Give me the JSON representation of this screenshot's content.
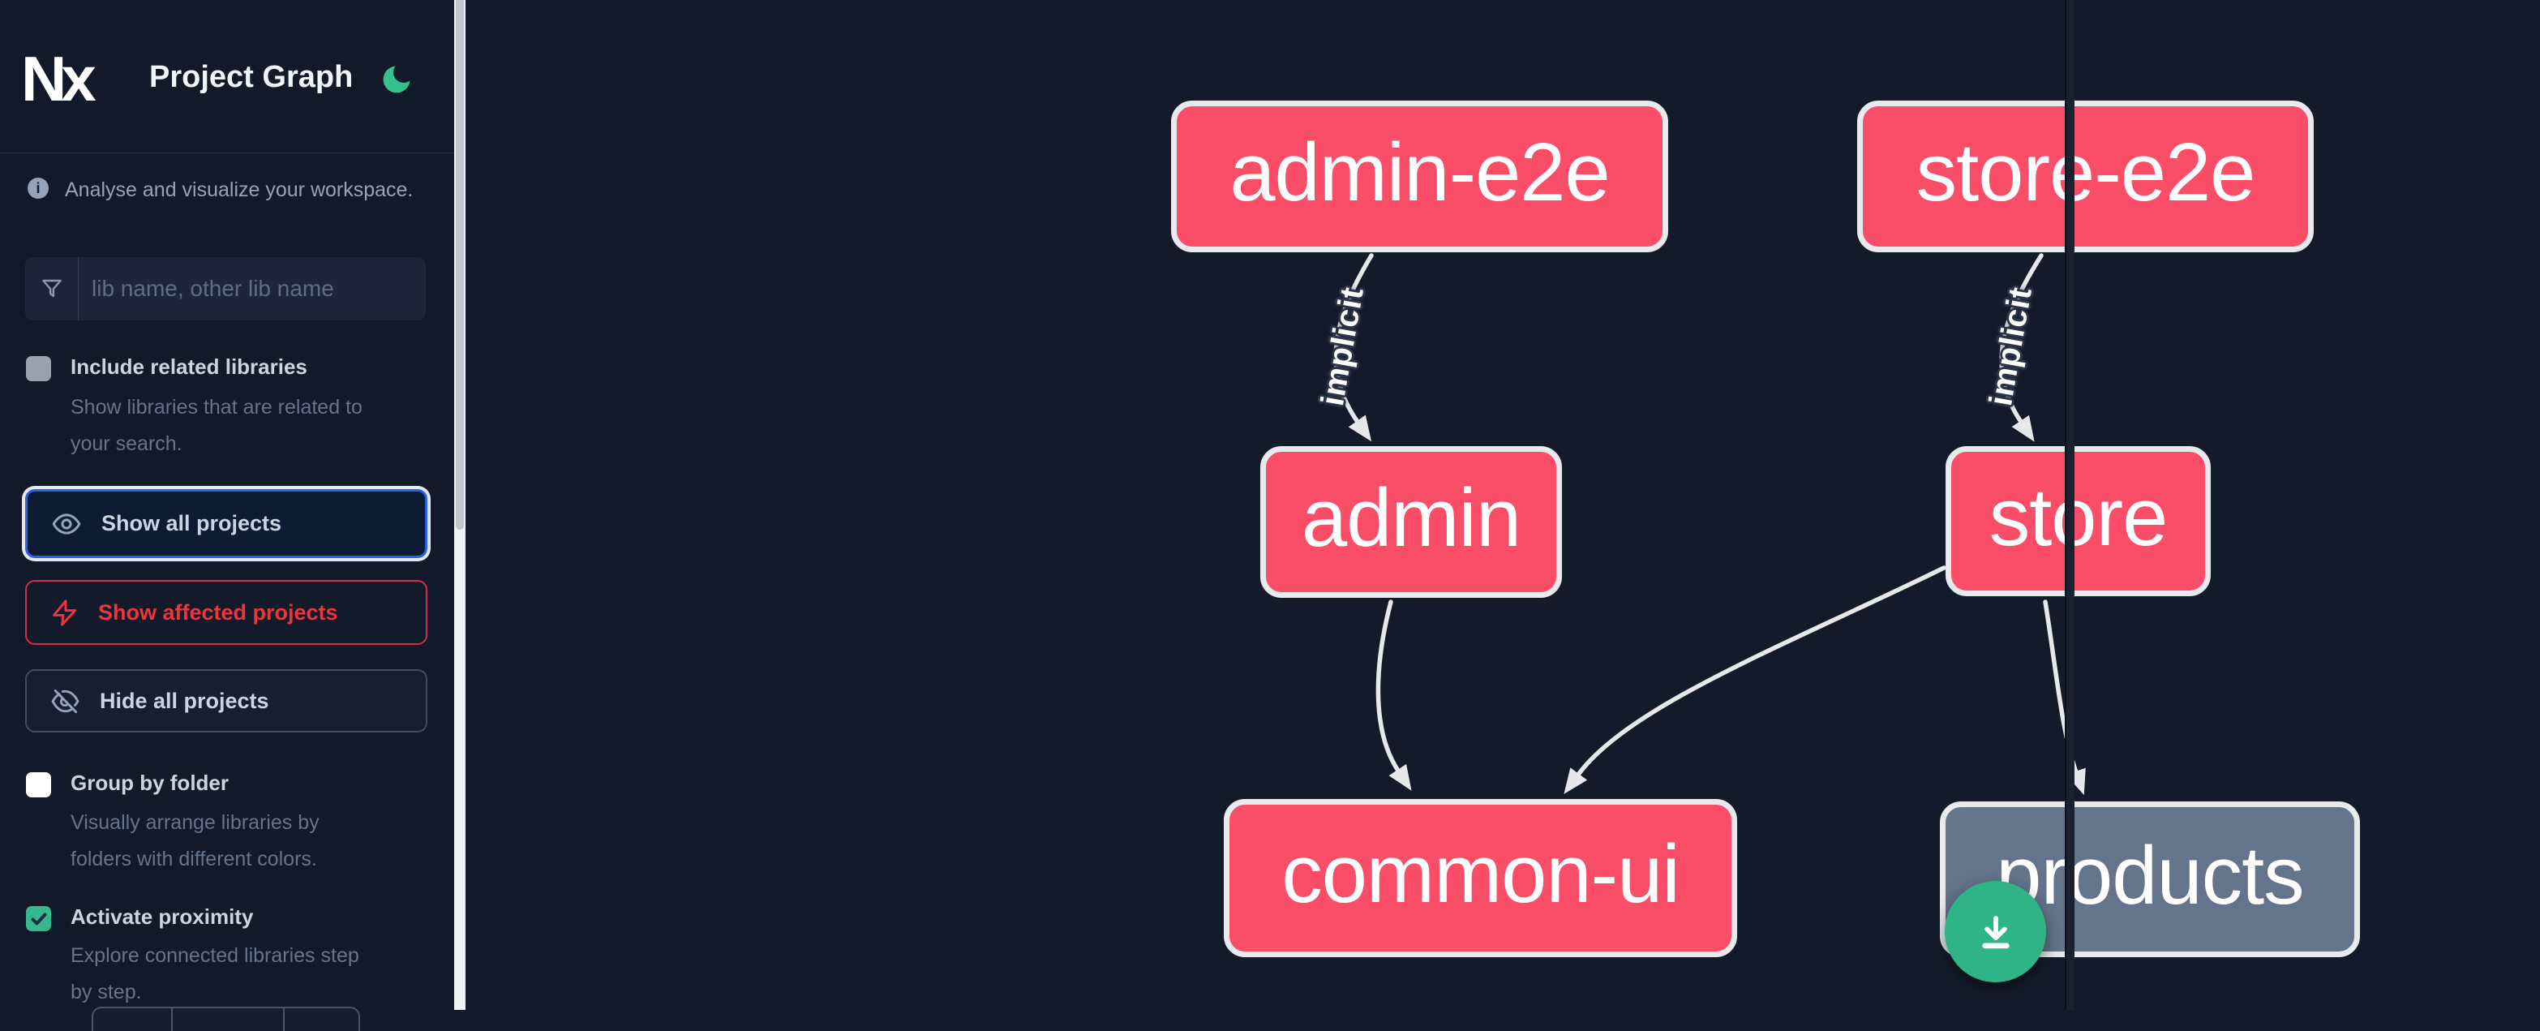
{
  "header": {
    "logo_text": "Nx",
    "title": "Project Graph",
    "theme_toggle": "moon-icon"
  },
  "info": {
    "text": "Analyse and visualize your workspace."
  },
  "search": {
    "placeholder": "lib name, other lib name",
    "value": ""
  },
  "sidebar": {
    "toggles": [
      {
        "label": "Include related libraries",
        "description_lines": [
          "Show libraries that are related to",
          "your search."
        ],
        "checked": false,
        "disabled": true
      },
      {
        "label": "Group by folder",
        "description_lines": [
          "Visually arrange libraries by",
          "folders with different colors."
        ],
        "checked": false,
        "disabled": false
      },
      {
        "label": "Activate proximity",
        "description_lines": [
          "Explore connected libraries step",
          "by step."
        ],
        "checked": true,
        "disabled": false
      }
    ],
    "actions": [
      {
        "label": "Show all projects",
        "state": "focused",
        "icon": "eye-icon"
      },
      {
        "label": "Show affected projects",
        "state": "affected",
        "icon": "bolt-icon"
      },
      {
        "label": "Hide all projects",
        "state": "default",
        "icon": "eye-off-icon"
      }
    ]
  },
  "graph": {
    "nodes": [
      {
        "id": "admin-e2e",
        "label": "admin-e2e",
        "color": "pink"
      },
      {
        "id": "store-e2e",
        "label": "store-e2e",
        "color": "pink"
      },
      {
        "id": "admin",
        "label": "admin",
        "color": "pink"
      },
      {
        "id": "store",
        "label": "store",
        "color": "pink"
      },
      {
        "id": "common-ui",
        "label": "common-ui",
        "color": "pink"
      },
      {
        "id": "products",
        "label": "products",
        "color": "gray"
      }
    ],
    "edges": [
      {
        "source": "admin-e2e",
        "target": "admin",
        "label": "implicit"
      },
      {
        "source": "store-e2e",
        "target": "store",
        "label": "implicit"
      },
      {
        "source": "admin",
        "target": "common-ui",
        "label": ""
      },
      {
        "source": "store",
        "target": "common-ui",
        "label": ""
      },
      {
        "source": "store",
        "target": "products",
        "label": ""
      }
    ]
  },
  "fab": {
    "icon": "download-icon"
  },
  "colors": {
    "background": "#131b2b",
    "node_pink": "#f94d68",
    "node_gray": "#64748b",
    "node_border": "#e8eaee",
    "edge": "#e6e8ec",
    "focus_blue": "#2563eb",
    "affected_red": "#f0333c",
    "accent_green": "#2eb487",
    "moon_green": "#35c08f"
  }
}
